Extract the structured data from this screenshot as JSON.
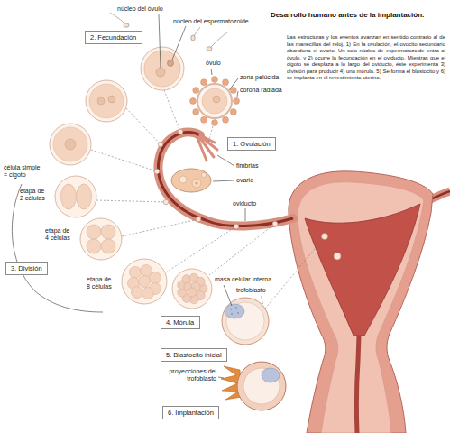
{
  "diagram": {
    "title": "Desarrollo humano antes de la implantación.",
    "caption": "Las estructuras y los eventos avanzan en sentido contrario al de las manecillas del reloj. 1) En la ovulación, el ovocito secundario abandona el ovario. Un solo núcleo de espermatozoide entra al óvulo, y 2) ocurre la fecundación en el oviducto. Mientras que el cigoto se desplaza a lo largo del oviducto, éste experimenta 3) división para producir 4) una mórula. 5) Se forma el blastocito y 6) se implanta en el revestimiento uterino.",
    "nodes": [
      {
        "text": [
          "2. Fecundación"
        ]
      },
      {
        "text": [
          "1. Ovulación"
        ]
      },
      {
        "text": [
          "3. División"
        ]
      },
      {
        "text": [
          "4. Mórula"
        ]
      },
      {
        "text": [
          "5. Blastocito inicial"
        ]
      },
      {
        "text": [
          "6. Implantación"
        ]
      }
    ],
    "labels": [
      "núcleo del óvulo",
      "núcleo del espermatozoide",
      "óvulo",
      "zona pelúcida",
      "corona radiada",
      "fimbrias",
      "célula simple = cigoto",
      "ovario",
      "etapa de 2 células",
      "oviducto",
      "etapa de 4 células",
      "masa celular interna",
      "etapa de 8 células",
      "trofoblasto",
      "proyecciones del trofoblasto"
    ]
  }
}
